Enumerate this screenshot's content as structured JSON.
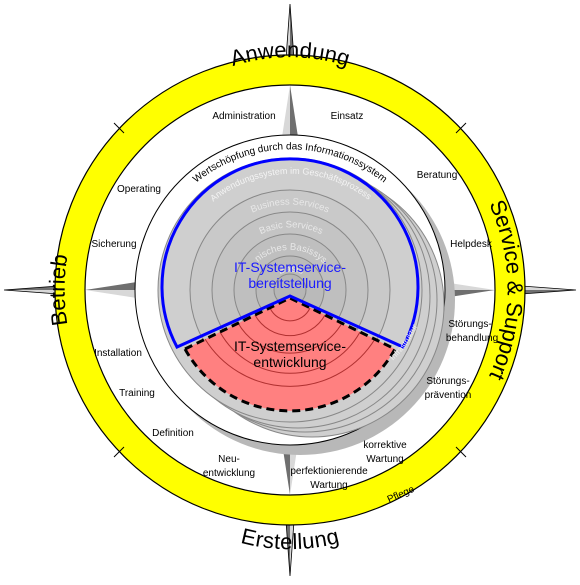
{
  "diagram": {
    "outer_ring": {
      "top": "Anwendung",
      "right": "Service & Support",
      "bottom": "Erstellung",
      "left": "Betrieb",
      "fill_color": "#ffff00"
    },
    "segment_labels": {
      "administration": "Administration",
      "einsatz": "Einsatz",
      "beratung": "Beratung",
      "helpdesk": "Helpdesk",
      "stoerungsbehandlung_1": "Störungs-",
      "stoerungsbehandlung_2": "behandlung",
      "stoerungspraevention_1": "Störungs-",
      "stoerungspraevention_2": "prävention",
      "korrektive_1": "korrektive",
      "korrektive_2": "Wartung",
      "perfektionierende_1": "perfektionierende",
      "perfektionierende_2": "Wartung",
      "pflege": "Pflege",
      "neuentwicklung_1": "Neu-",
      "neuentwicklung_2": "entwicklung",
      "definition": "Definition",
      "training": "Training",
      "installation": "Installation",
      "sicherung": "Sicherung",
      "operating": "Operating"
    },
    "inner": {
      "wertschoepfung": "Wertschöpfung durch das Informationssystem",
      "anwendungssystem": "Anwendungssystem im Geschäftsprozess",
      "business_services": "Business Services",
      "basic_services": "Basic Services",
      "technische_basis": "technisches Basissystem",
      "basis": "Basis",
      "infrastruktur": "Infrastruktur",
      "bereitstellung_1": "IT-Systemservice-",
      "bereitstellung_2": "bereitstellung",
      "entwicklung_1": "IT-Systemservice-",
      "entwicklung_2": "entwicklung",
      "bereitstellung_color": "#0000ff",
      "entwicklung_color": "#ff8080"
    }
  }
}
